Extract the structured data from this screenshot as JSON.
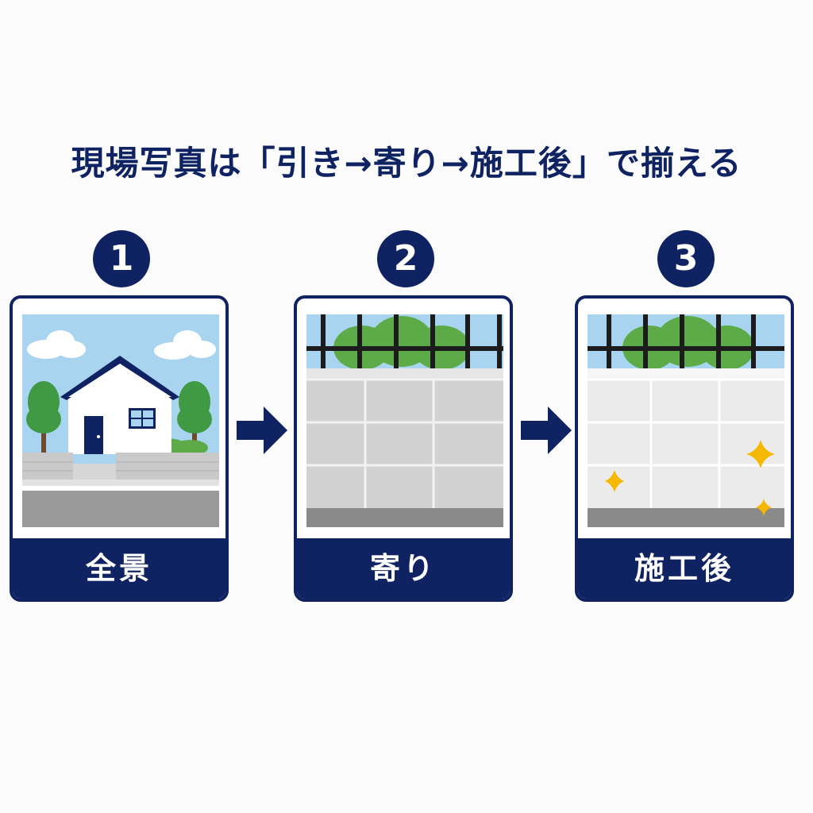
{
  "title": "現場写真は「引き→寄り→施工後」で揃える",
  "steps": [
    {
      "number": "1",
      "label": "全景"
    },
    {
      "number": "2",
      "label": "寄り"
    },
    {
      "number": "3",
      "label": "施工後"
    }
  ],
  "colors": {
    "navy": "#0f2261",
    "sky": "#a9d4ef",
    "green": "#5cab48",
    "sparkle": "#f5b800"
  },
  "icons": [
    "house-icon",
    "tree-icon",
    "cloud-icon",
    "fence-icon",
    "wall-icon",
    "sparkle-icon",
    "arrow-right-icon"
  ]
}
